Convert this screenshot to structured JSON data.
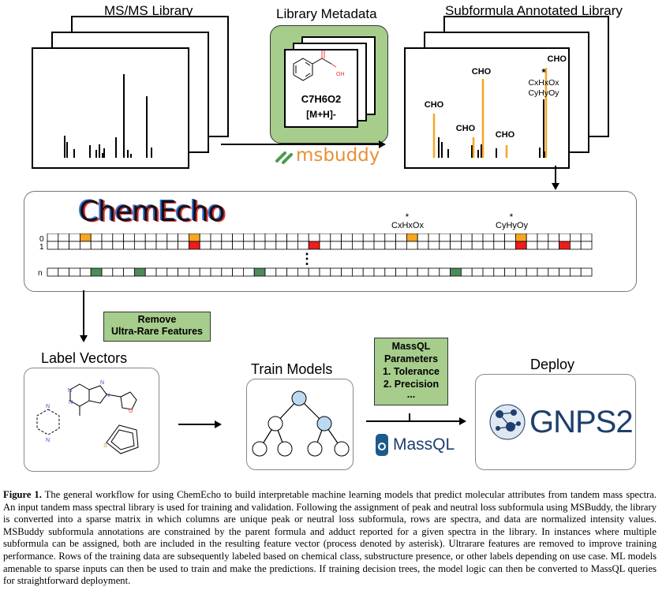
{
  "figure": {
    "panels": {
      "msms_library": {
        "title": "MS/MS Library"
      },
      "library_metadata": {
        "title": "Library Metadata",
        "formula": "C7H6O2",
        "adduct": "[M+H]-",
        "oh_label": "OH",
        "msbuddy_logo": "msbuddy"
      },
      "subformula_library": {
        "title": "Subformula Annotated Library",
        "peak_labels": [
          "CHO",
          "CHO",
          "CHO",
          "CHO",
          "CHO"
        ],
        "asterisk": "*",
        "formula_x": "CxHxOx",
        "formula_y": "CyHyOy"
      },
      "chemecho": {
        "logo_text": "ChemEcho",
        "col_label_x": "CxHxOx",
        "col_label_y": "CyHyOy",
        "row_labels": [
          "0",
          "1",
          "n"
        ],
        "vertical_ellipsis": "⋮"
      },
      "remove_box": {
        "line1": "Remove",
        "line2": "Ultra-Rare Features"
      },
      "label_vectors": {
        "title": "Label Vectors"
      },
      "train_models": {
        "title": "Train Models"
      },
      "massql_params": {
        "line1": "MassQL",
        "line2": "Parameters",
        "line3": "1. Tolerance",
        "line4": "2. Precision",
        "line5": "..."
      },
      "massql_logo": "MassQL",
      "deploy": {
        "title": "Deploy",
        "gnps_logo": "GNPS2"
      }
    },
    "caption": {
      "label": "Figure 1.",
      "text": " The general workflow for using ChemEcho to build interpretable machine learning models that predict molecular attributes from tandem mass spectra. An input tandem mass spectral library is used for training and validation. Following the assignment of peak and neutral loss subformula using MSBuddy, the library is converted into a sparse matrix in which columns are unique peak or neutral loss subformula, rows are spectra, and data are normalized intensity values. MSBuddy subformula annotations are constrained by the parent formula and adduct reported for a given spectra in the library. In instances where multiple subformula can be assigned, both are included in the resulting feature vector (process denoted by asterisk). Ultrarare features are removed to improve training performance. Rows of the training data are subsequently labeled based on chemical class, substructure presence, or other labels depending on use case. ML models amenable to sparse inputs can then be used to train and make the predictions. If training decision trees, the model logic can then be converted to MassQL queries for straightforward deployment."
    },
    "colors": {
      "orange": "#f5a623",
      "red": "#ee1c1c",
      "green_cell": "#4e8a5c",
      "green_box": "#a6cd8c",
      "light_blue": "#bcd9f2",
      "gnps_blue": "#1d3f6e"
    }
  }
}
